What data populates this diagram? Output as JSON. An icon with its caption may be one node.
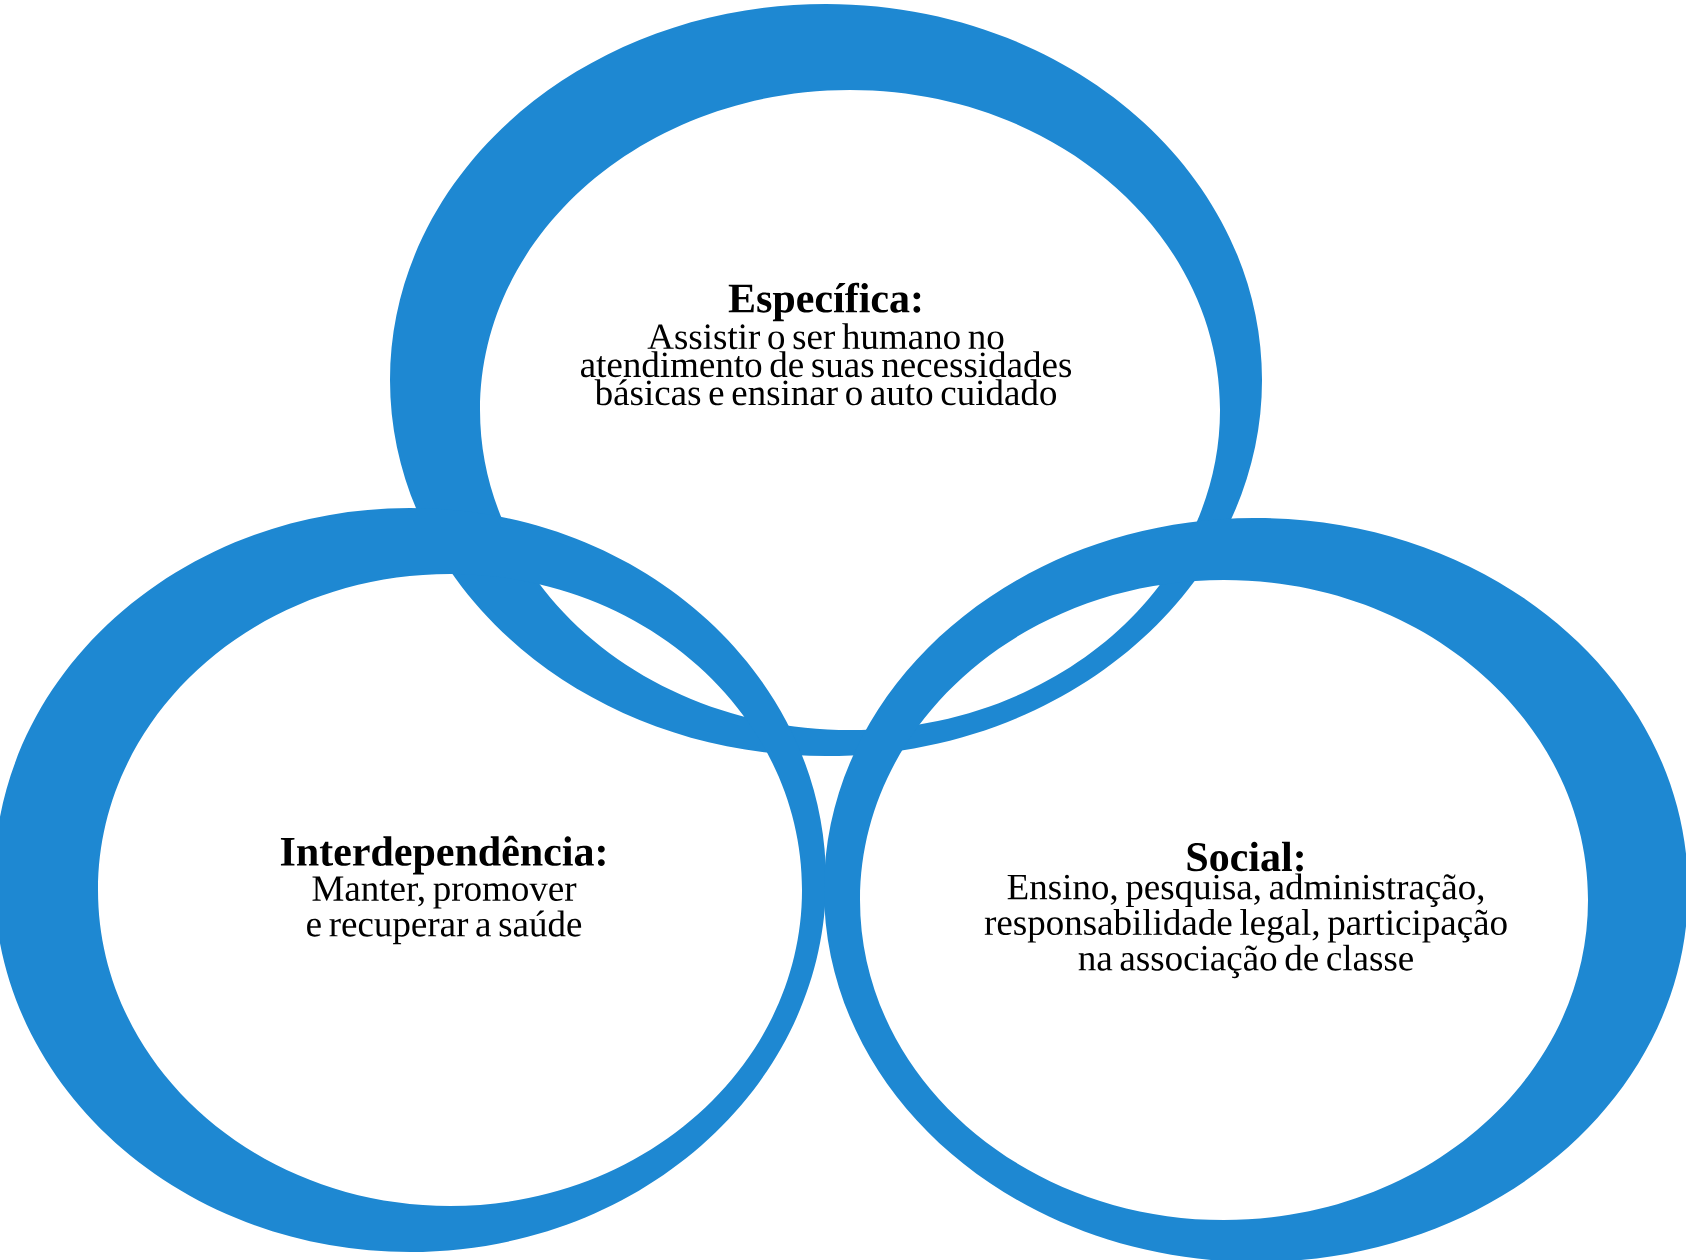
{
  "diagram": {
    "nodes": [
      {
        "text": [
          "Específica:",
          "Assistir o ser humano no atendimento de suas necessidades básicas e ensinar o auto cuidado"
        ]
      },
      {
        "text": [
          "Interdependência:",
          "Manter, promover e recuperar a saúde"
        ]
      },
      {
        "text": [
          "Social:",
          "Ensino, pesquisa, administração, responsabilidade legal, participação na associação de classe"
        ]
      }
    ]
  }
}
